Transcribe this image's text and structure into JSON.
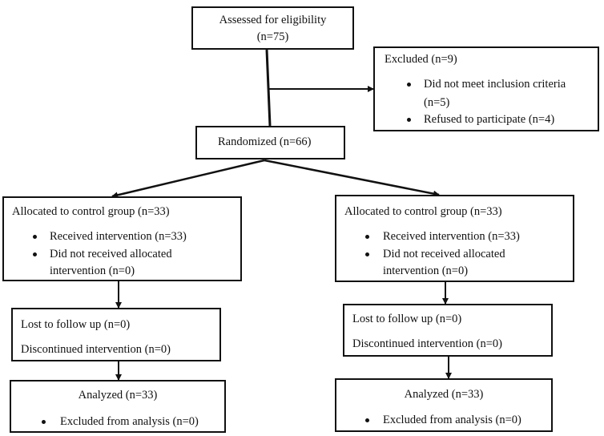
{
  "flowchart": {
    "eligibility": {
      "line1": "Assessed for eligibility",
      "line2": "(n=75)"
    },
    "excluded": {
      "title": "Excluded (n=9)",
      "items": [
        "Did not meet inclusion criteria",
        "(n=5)",
        "Refused to participate (n=4)"
      ]
    },
    "randomized": {
      "label": "Randomized (n=66)"
    },
    "left_allocation": {
      "title": "Allocated to control group (n=33)",
      "items": [
        "Received intervention (n=33)",
        "Did not received allocated",
        "intervention (n=0)"
      ]
    },
    "right_allocation": {
      "title": "Allocated to control group (n=33)",
      "items": [
        "Received intervention (n=33)",
        "Did not received allocated",
        "intervention (n=0)"
      ]
    },
    "left_followup": {
      "line1": "Lost to follow up (n=0)",
      "line2": "Discontinued intervention (n=0)"
    },
    "right_followup": {
      "line1": "Lost to follow up (n=0)",
      "line2": "Discontinued intervention (n=0)"
    },
    "left_analysis": {
      "title": "Analyzed (n=33)",
      "item": "Excluded from analysis (n=0)"
    },
    "right_analysis": {
      "title": "Analyzed (n=33)",
      "item": "Excluded from analysis (n=0)"
    }
  }
}
